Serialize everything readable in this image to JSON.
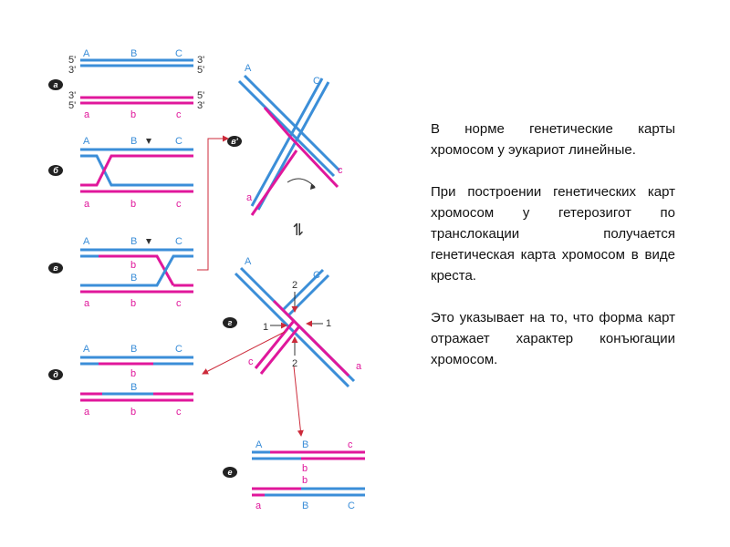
{
  "colors": {
    "strand_a": "#3b8ed8",
    "strand_b": "#e0179b",
    "arrow": "#cc2a3a"
  },
  "panels": {
    "a": {
      "badge": "а"
    },
    "b": {
      "badge": "б"
    },
    "v": {
      "badge": "в"
    },
    "v2": {
      "badge": "в'"
    },
    "g": {
      "badge": "г"
    },
    "d": {
      "badge": "д"
    },
    "e": {
      "badge": "е"
    }
  },
  "strand_labels": {
    "top_genes": [
      "A",
      "B",
      "C"
    ],
    "bottom_genes": [
      "a",
      "b",
      "c"
    ],
    "inner_b": "b",
    "inner_B": "B",
    "end_5p": "5'",
    "end_3p": "3'",
    "site_1": "1",
    "site_2": "2"
  },
  "equilibrium_symbol": "⇌",
  "text": {
    "p1": "В норме генетические карты хромосом у эукариот линейные.",
    "p2": "При построении генетических карт хромосом у гетерозигот по транслокации получается генетическая карта хромосом в виде креста.",
    "p3": "Это указывает на то, что форма карт отражает характер конъюгации хромосом."
  }
}
